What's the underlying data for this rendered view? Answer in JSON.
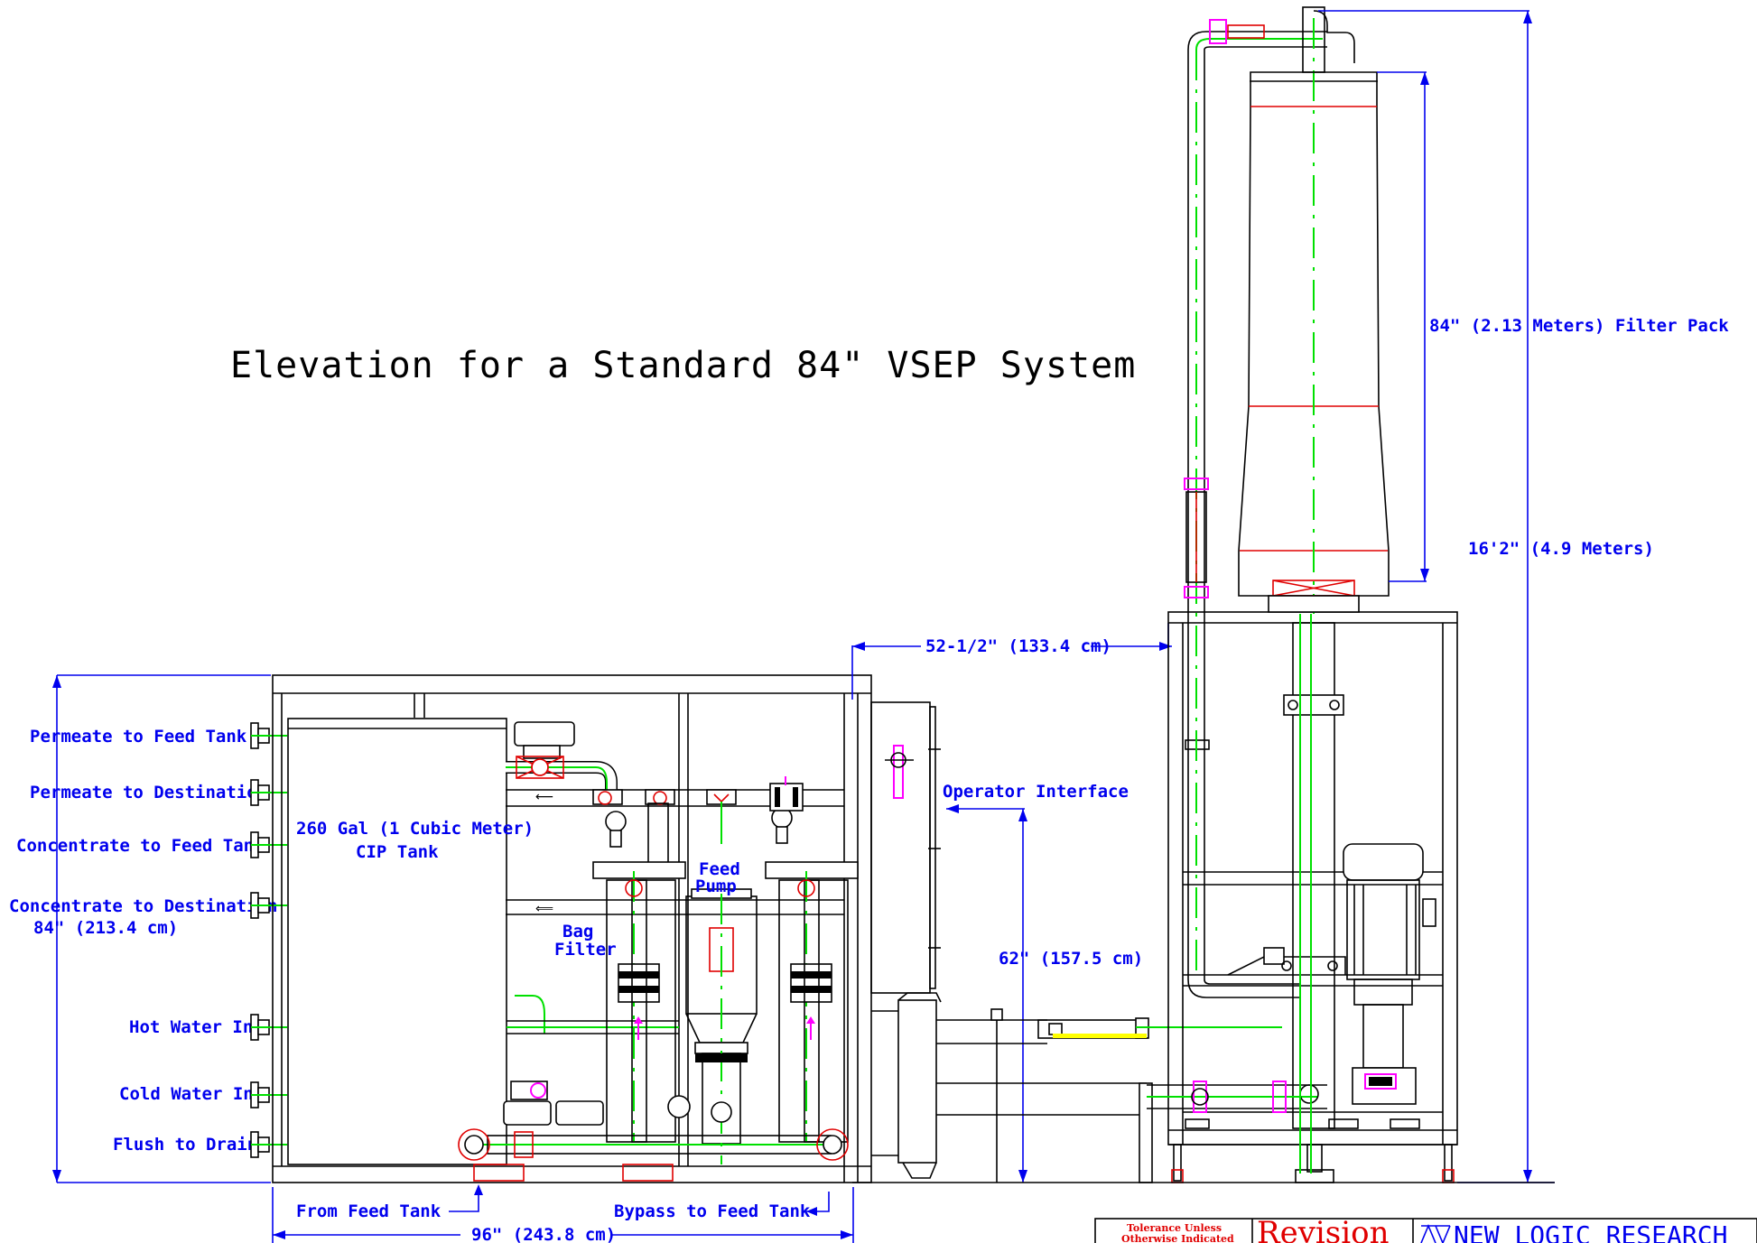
{
  "title": "Elevation for a Standard 84\" VSEP System",
  "left_connections": [
    {
      "label": "Permeate to Feed Tank"
    },
    {
      "label": "Permeate to Destination"
    },
    {
      "label": "Concentrate to Feed Tank"
    },
    {
      "label": "Concentrate to Destination"
    },
    {
      "label": "Hot Water In"
    },
    {
      "label": "Cold Water In"
    },
    {
      "label": "Flush to Drain"
    }
  ],
  "labels": {
    "cip_tank_line1": "260 Gal  (1 Cubic Meter)",
    "cip_tank_line2": "CIP Tank",
    "bag_filter_line1": "Bag",
    "bag_filter_line2": "Filter",
    "feed_pump_line1": "Feed",
    "feed_pump_line2": "Pump",
    "operator_interface": "Operator Interface",
    "from_feed_tank": "From Feed Tank",
    "bypass_to_feed_tank": "Bypass to Feed Tank"
  },
  "dimensions": {
    "left_height": "84\" (213.4 cm)",
    "bottom_width": "96\" (243.8 cm)",
    "top_width": "52-1/2\" (133.4 cm)",
    "interface_height": "62\" (157.5 cm)",
    "filter_pack": "84\" (2.13 Meters) Filter Pack",
    "overall_height": "16'2\" (4.9 Meters)"
  },
  "title_block": {
    "tolerance_line1": "Tolerance Unless",
    "tolerance_line2": "Otherwise Indicated",
    "revision": "Revision",
    "company": "NEW LOGIC RESEARCH"
  },
  "colors": {
    "dimension": "#0000ee",
    "outline": "#000000",
    "pipe_centerline": "#00e000",
    "section_line": "#e00000",
    "valve": "#ff00ff",
    "highlight": "#ffff00"
  }
}
